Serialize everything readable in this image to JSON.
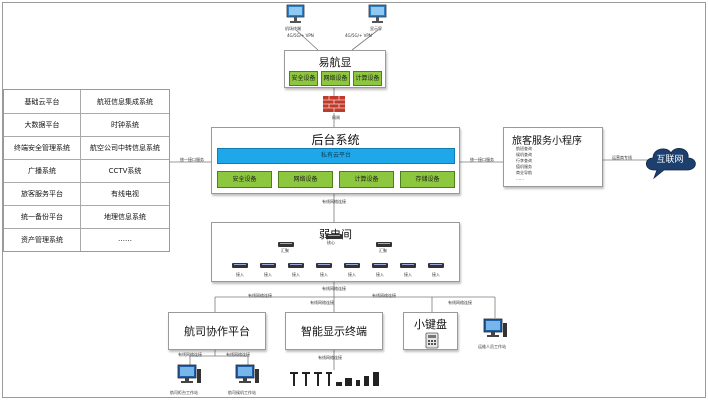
{
  "grid": {
    "rows": [
      [
        "基础云平台",
        "航班信息集成系统"
      ],
      [
        "大数据平台",
        "时钟系统"
      ],
      [
        "终端安全管理系统",
        "航空公司中转信息系统"
      ],
      [
        "广播系统",
        "CCTV系统"
      ],
      [
        "旅客服务平台",
        "有线电视"
      ],
      [
        "统一备份平台",
        "地理信息系统"
      ],
      [
        "资产管理系统",
        "……"
      ]
    ]
  },
  "top": {
    "terminal_left": "机场终端",
    "terminal_right": "显示屏",
    "vpn_left": "4G/5G/+ VPN",
    "vpn_right": "4G/5G/+ VPN"
  },
  "yhx": {
    "title": "易航显",
    "devices": [
      "安全设备",
      "网络设备",
      "计算设备"
    ],
    "firewall_label": "网闸"
  },
  "backend": {
    "title": "后台系统",
    "cloud_label": "私有云平台",
    "devices": [
      "安全设备",
      "网络设备",
      "计算设备",
      "存储设备"
    ],
    "left_link": "统一接口服务",
    "right_link": "统一接口服务",
    "down_link": "有线网络连接"
  },
  "weak": {
    "title": "弱电间",
    "core": "核心",
    "agg": "汇聚",
    "access": "接入",
    "down_link": "有线网络连接"
  },
  "miniapp": {
    "title": "旅客服务小程序",
    "items": [
      "航班查询",
      "候机查询",
      "行李查询",
      "值机服务",
      "商业导航",
      "……"
    ],
    "right_link": "运营商专线"
  },
  "internet": {
    "label": "互联网"
  },
  "bottom": {
    "airline": {
      "title": "航司协作平台",
      "link1": "有线网络连接",
      "link2": "有线网络连接",
      "pc1": "航司柜台工作站",
      "pc2": "航司候机工作站"
    },
    "display": {
      "title": "智能显示终端",
      "link": "有线网络连接"
    },
    "keypad": {
      "title": "小键盘"
    },
    "manual": {
      "label": "运维人员工作站"
    },
    "links": [
      "有线网络连接",
      "有线网络连接",
      "有线网络连接",
      "有线网络连接"
    ]
  }
}
